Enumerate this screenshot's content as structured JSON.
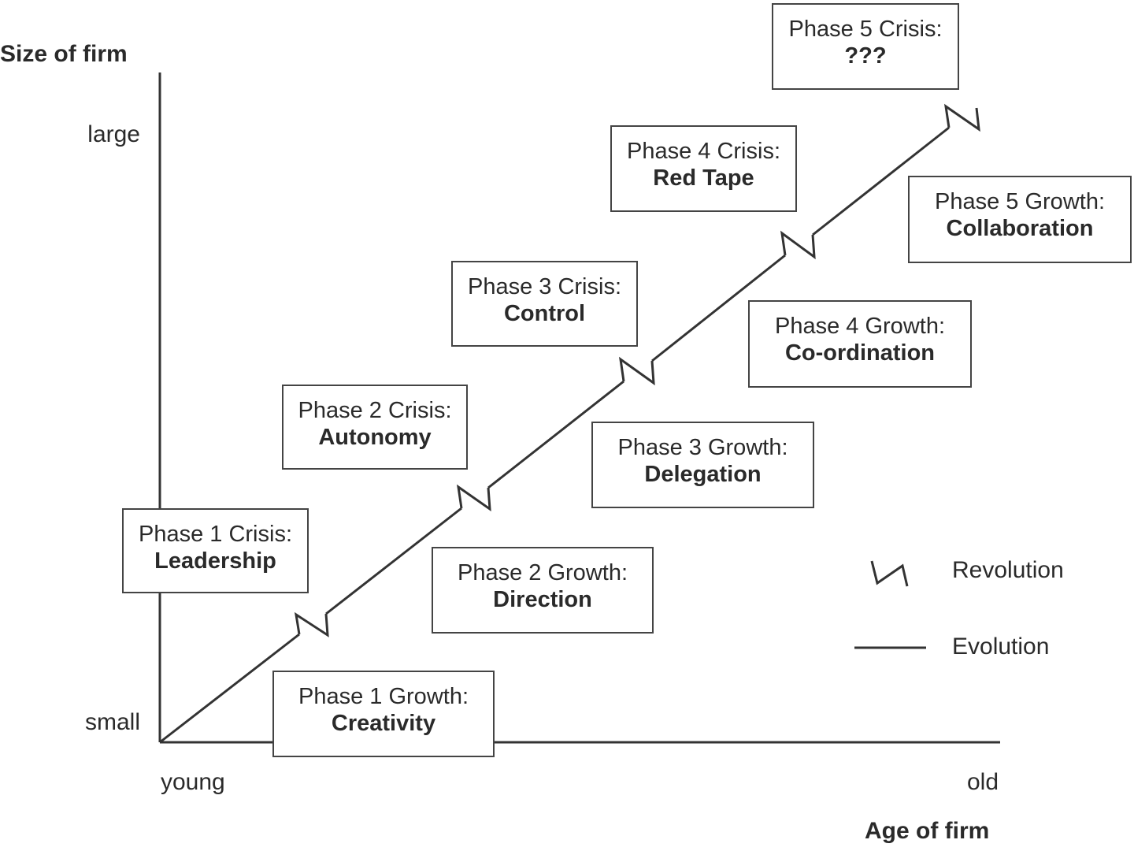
{
  "axes": {
    "y_title": "Size of firm",
    "x_title": "Age of firm",
    "y_top_label": "large",
    "y_bottom_label": "small",
    "x_left_label": "young",
    "x_right_label": "old"
  },
  "phases": {
    "growth1": {
      "label": "Phase 1 Growth:",
      "name": "Creativity"
    },
    "crisis1": {
      "label": "Phase 1 Crisis:",
      "name": "Leadership"
    },
    "growth2": {
      "label": "Phase 2 Growth:",
      "name": "Direction"
    },
    "crisis2": {
      "label": "Phase 2 Crisis:",
      "name": "Autonomy"
    },
    "growth3": {
      "label": "Phase 3 Growth:",
      "name": "Delegation"
    },
    "crisis3": {
      "label": "Phase 3 Crisis:",
      "name": "Control"
    },
    "growth4": {
      "label": "Phase 4 Growth:",
      "name": "Co-ordination"
    },
    "crisis4": {
      "label": "Phase 4 Crisis:",
      "name": "Red Tape"
    },
    "growth5": {
      "label": "Phase 5 Growth:",
      "name": "Collaboration"
    },
    "crisis5": {
      "label": "Phase 5 Crisis:",
      "name": "???"
    }
  },
  "legend": {
    "revolution": "Revolution",
    "evolution": "Evolution"
  },
  "colors": {
    "line": "#333333",
    "text": "#2a2a2a",
    "box_border": "#444444"
  }
}
